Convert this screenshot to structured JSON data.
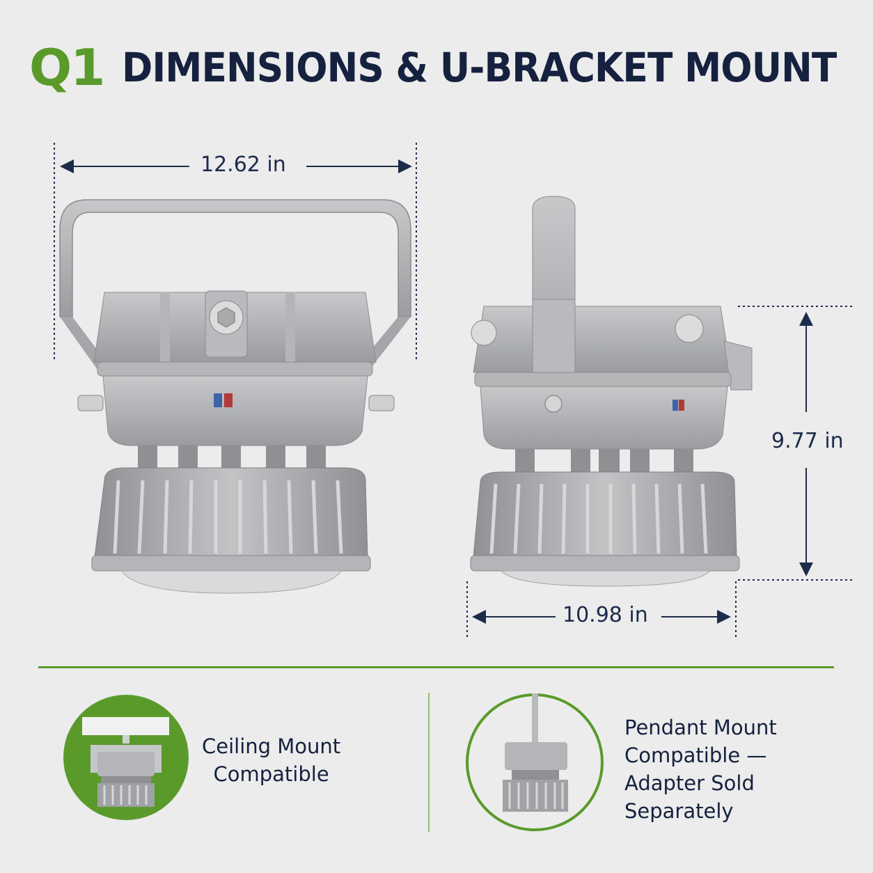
{
  "header": {
    "badge": "Q1",
    "title": "DIMENSIONS & U-BRACKET MOUNT"
  },
  "dimensions": {
    "width_front": "12.62 in",
    "height_side": "9.77 in",
    "width_side": "10.98 in"
  },
  "features": {
    "ceiling": {
      "line1": "Ceiling Mount",
      "line2": "Compatible"
    },
    "pendant": {
      "line1": "Pendant Mount",
      "line2": "Compatible —",
      "line3": "Adapter Sold",
      "line4": "Separately"
    }
  },
  "colors": {
    "accent_green": "#5a9a2a",
    "navy": "#15213f",
    "background": "#ececec",
    "fixture_gray": "#a9abad"
  }
}
